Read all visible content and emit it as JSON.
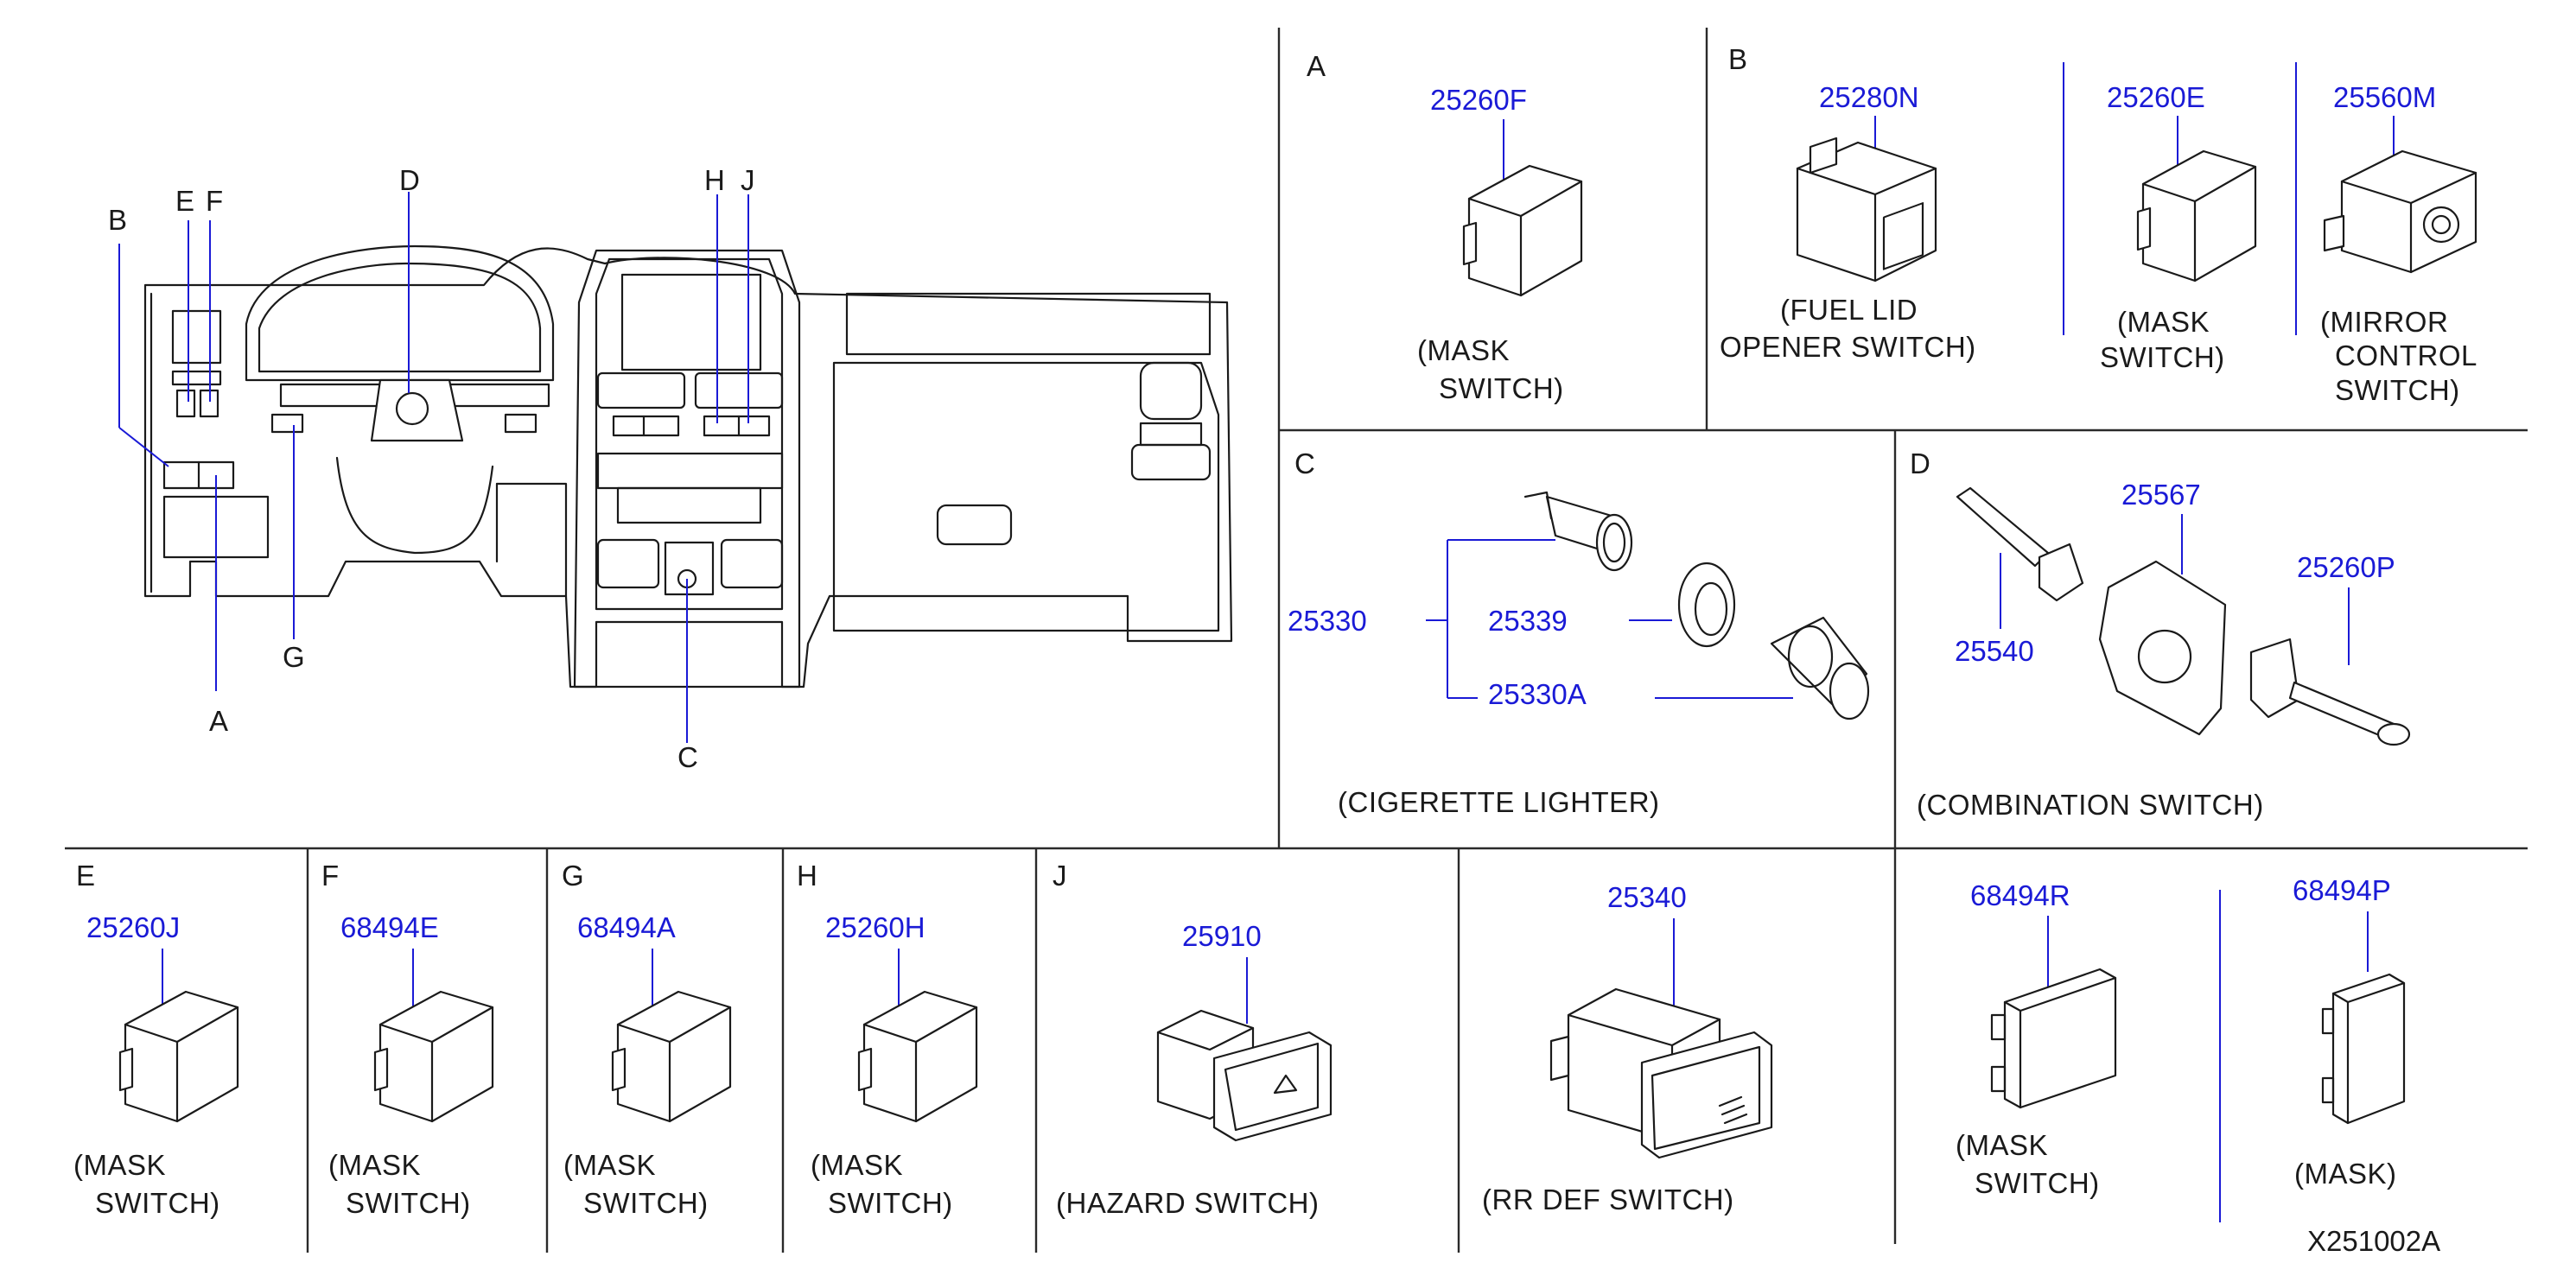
{
  "dash_labels": {
    "B": "B",
    "E": "E",
    "F": "F",
    "D": "D",
    "H": "H",
    "J": "J",
    "G": "G",
    "A": "A",
    "C": "C"
  },
  "sections": {
    "A": {
      "letter": "A",
      "part": "25260F",
      "caption1": "(MASK",
      "caption2": "SWITCH)"
    },
    "B": {
      "letter": "B",
      "items": [
        {
          "part": "25280N",
          "caption1": "(FUEL   LID",
          "caption2": "OPENER   SWITCH)"
        },
        {
          "part": "25260E",
          "caption1": "(MASK",
          "caption2": "SWITCH)"
        },
        {
          "part": "25560M",
          "caption1": "(MIRROR",
          "caption2": "CONTROL",
          "caption3": "SWITCH)"
        }
      ]
    },
    "C": {
      "letter": "C",
      "parts": [
        "25330",
        "25339",
        "25330A"
      ],
      "caption": "(CIGERETTE   LIGHTER)"
    },
    "D": {
      "letter": "D",
      "parts": [
        "25567",
        "25260P",
        "25540"
      ],
      "caption": "(COMBINATION   SWITCH)"
    },
    "E": {
      "letter": "E",
      "part": "25260J",
      "caption1": "(MASK",
      "caption2": "SWITCH)"
    },
    "F": {
      "letter": "F",
      "part": "68494E",
      "caption1": "(MASK",
      "caption2": "SWITCH)"
    },
    "G": {
      "letter": "G",
      "part": "68494A",
      "caption1": "(MASK",
      "caption2": "SWITCH)"
    },
    "H": {
      "letter": "H",
      "part": "25260H",
      "caption1": "(MASK",
      "caption2": "SWITCH)"
    },
    "J": {
      "letter": "J",
      "part": "25910",
      "caption": "(HAZARD   SWITCH)"
    },
    "RR": {
      "part": "25340",
      "caption": "(RR   DEF   SWITCH)"
    },
    "MASK_R": {
      "part": "68494R",
      "caption1": "(MASK",
      "caption2": "SWITCH)"
    },
    "MASK_P": {
      "part": "68494P",
      "caption": "(MASK)"
    }
  },
  "figure_code": "X251002A"
}
